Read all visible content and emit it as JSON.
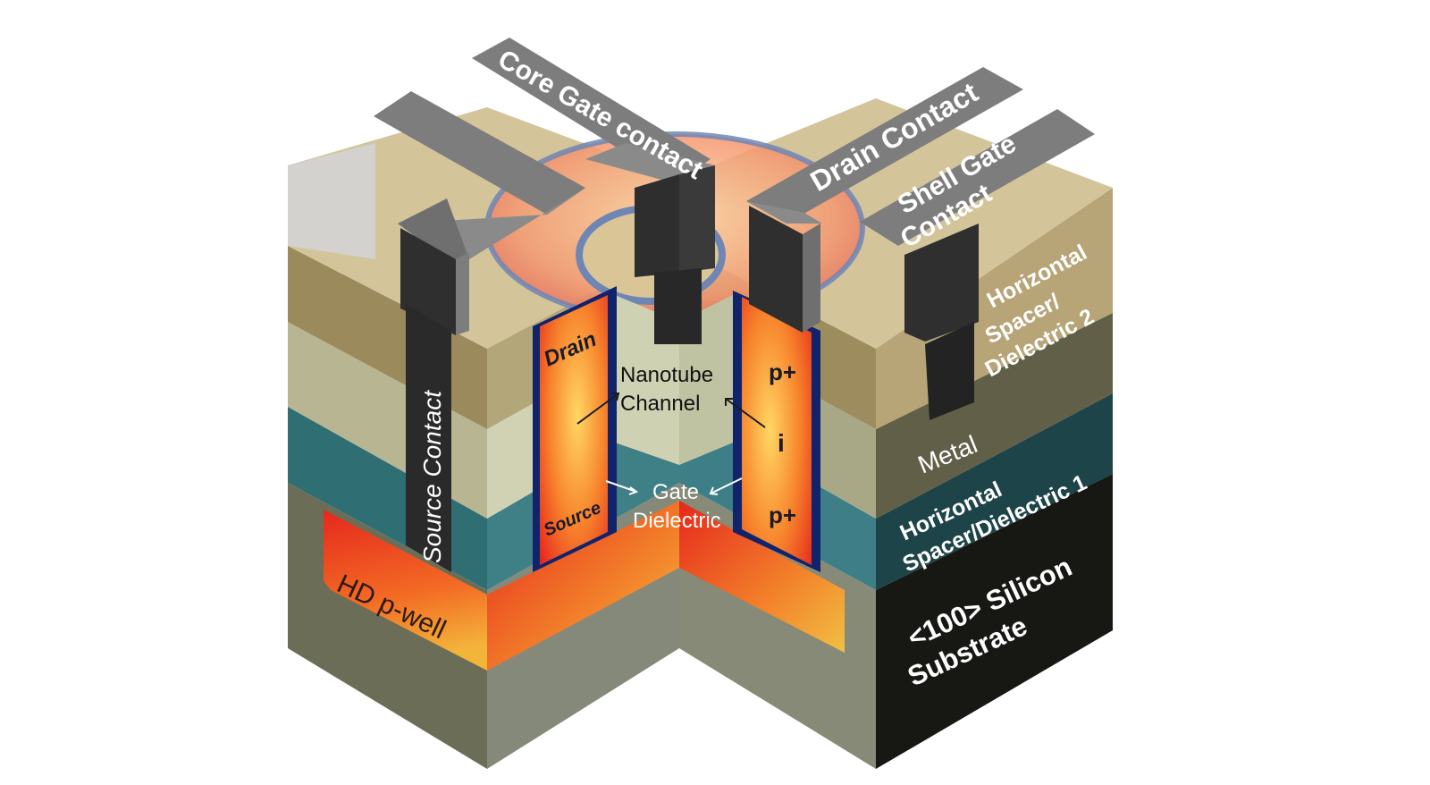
{
  "labels": {
    "core_gate_contact": "Core Gate contact",
    "drain_contact": "Drain Contact",
    "shell_gate_contact_1": "Shell Gate",
    "shell_gate_contact_2": "Contact",
    "source_contact": "Source Contact",
    "drain": "Drain",
    "source": "Source",
    "nanotube_1": "Nanotube",
    "nanotube_2": "Channel",
    "gate_dielectric_1": "Gate",
    "gate_dielectric_2": "Dielectric",
    "p_plus_top": "p+",
    "intrinsic": "i",
    "p_plus_bottom": "p+",
    "horizontal_spacer_2_a": "Horizontal",
    "horizontal_spacer_2_b": "Spacer/",
    "horizontal_spacer_2_c": "Dielectric 2",
    "metal": "Metal",
    "horizontal_spacer_1_a": "Horizontal",
    "horizontal_spacer_1_b": "Spacer/Dielectric 1",
    "substrate_a": "<100> Silicon",
    "substrate_b": "Substrate",
    "hd_p_well": "HD p-well"
  },
  "colors": {
    "spacer2_front": "#9b8a5c",
    "spacer2_top": "#d3c49a",
    "metal_front": "#a9a886",
    "metal_right": "#625f48",
    "spacer1_front": "#3e7e86",
    "spacer1_right": "#1d4448",
    "substrate_front": "#7e8270",
    "substrate_right": "#171714",
    "contact_metal": "#7d7d7d",
    "contact_dark": "#2f2f2f",
    "ring": "#6f86b5"
  }
}
